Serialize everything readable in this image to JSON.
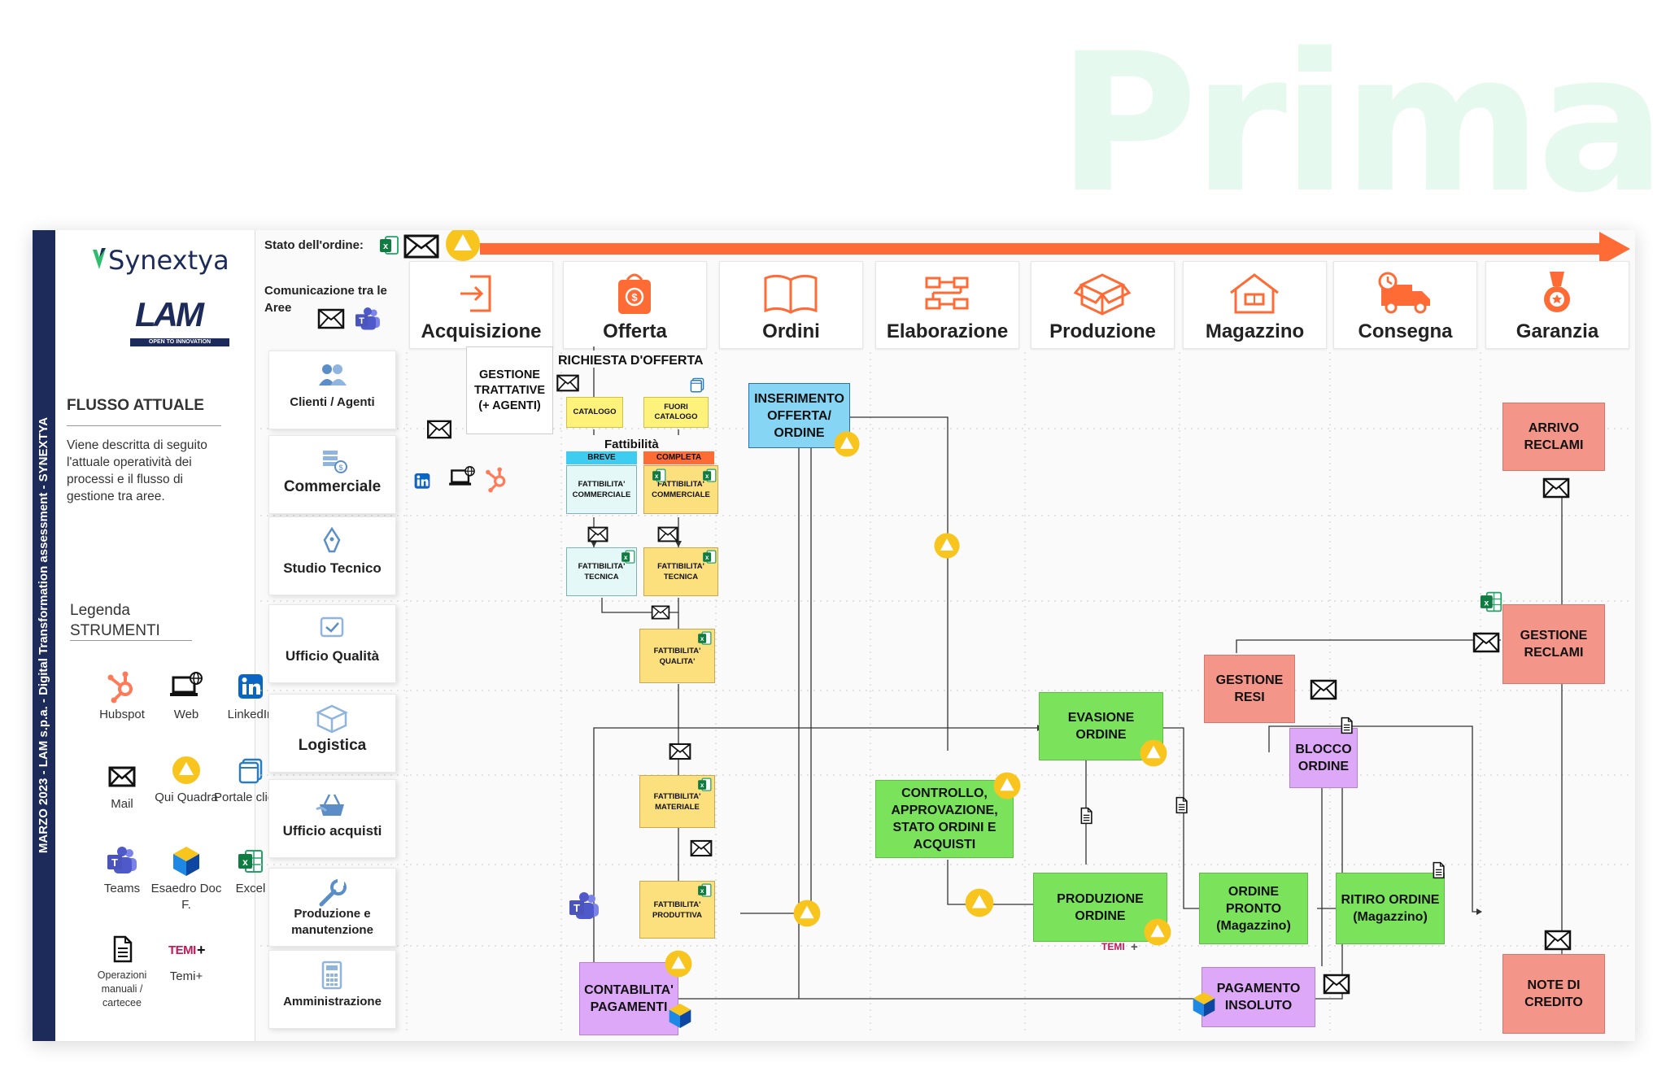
{
  "hero_title": "Prima",
  "side_band": "MARZO 2023 - LAM s.p.a. - Digital Transformation assessment - SYNEXTYA",
  "brand": {
    "name": "Synextya",
    "client_logo": "LAM",
    "client_tagline": "OPEN TO INNOVATION"
  },
  "section": {
    "title": "FLUSSO ATTUALE",
    "description": "Viene descritta di seguito l'attuale operatività dei processi e il flusso di gestione tra aree."
  },
  "legend": {
    "title": "Legenda STRUMENTI",
    "items": [
      {
        "label": "Hubspot",
        "icon": "hubspot-icon"
      },
      {
        "label": "Web",
        "icon": "web-icon"
      },
      {
        "label": "LinkedIn",
        "icon": "linkedin-icon"
      },
      {
        "label": "Mail",
        "icon": "mail-icon"
      },
      {
        "label": "Qui Quadra",
        "icon": "quiquadra-icon"
      },
      {
        "label": "Portale clienti",
        "icon": "portal-icon"
      },
      {
        "label": "Teams",
        "icon": "teams-icon"
      },
      {
        "label": "Esaedro Doc F.",
        "icon": "esaedro-icon"
      },
      {
        "label": "Excel",
        "icon": "excel-icon"
      },
      {
        "label": "Operazioni manuali / cartecee",
        "icon": "document-icon"
      },
      {
        "label": "Temi+",
        "icon": "temi-icon"
      }
    ]
  },
  "header": {
    "order_status": "Stato dell'ordine:",
    "communication": "Comunicazione tra le Aree"
  },
  "phases": [
    "Acquisizione",
    "Offerta",
    "Ordini",
    "Elaborazione",
    "Produzione",
    "Magazzino",
    "Consegna",
    "Garanzia"
  ],
  "lanes": [
    "Clienti / Agenti",
    "Commerciale",
    "Studio Tecnico",
    "Ufficio Qualità",
    "Logistica",
    "Ufficio acquisti",
    "Produzione e manutenzione",
    "Amministrazione"
  ],
  "nodes": {
    "gestione_trattative": "GESTIONE TRATTATIVE (+ AGENTI)",
    "richiesta_offerta": "RICHIESTA D'OFFERTA",
    "catalogo": "CATALOGO",
    "fuori_catalogo": "FUORI CATALOGO",
    "fattibilita": "Fattibilità",
    "breve": "BREVE",
    "completa": "COMPLETA",
    "fatt_comm_1": "FATTIBILITA' COMMERCIALE",
    "fatt_comm_2": "FATTIBILITA' COMMERCIALE",
    "fatt_tec_1": "FATTIBILITA' TECNICA",
    "fatt_tec_2": "FATTIBILITA' TECNICA",
    "fatt_qualita": "FATTIBILITA' QUALITA'",
    "fatt_materiale": "FATTIBILITA' MATERIALE",
    "fatt_produttiva": "FATTIBILITA' PRODUTTIVA",
    "inserimento": "INSERIMENTO OFFERTA/ ORDINE",
    "controllo": "CONTROLLO, APPROVAZIONE, STATO ORDINI E ACQUISTI",
    "evasione": "EVASIONE ORDINE",
    "produzione_ordine": "PRODUZIONE ORDINE",
    "contabilita": "CONTABILITA' PAGAMENTI",
    "gestione_resi": "GESTIONE RESI",
    "blocco": "BLOCCO ORDINE",
    "ordine_pronto": "ORDINE PRONTO (Magazzino)",
    "ritiro": "RITIRO ORDINE (Magazzino)",
    "pagamento_insoluto": "PAGAMENTO INSOLUTO",
    "arrivo_reclami": "ARRIVO RECLAMI",
    "gestione_reclami": "GESTIONE RECLAMI",
    "note_credito": "NOTE DI CREDITO"
  },
  "colors": {
    "accent_orange": "#ff6b35",
    "hero_green": "#e6f9ee",
    "band_navy": "#1d2b5a",
    "green": "#7be35b",
    "blue": "#87d5f5",
    "salmon": "#f4958a",
    "purple": "#dca8f7",
    "yellow": "#fde07e"
  }
}
